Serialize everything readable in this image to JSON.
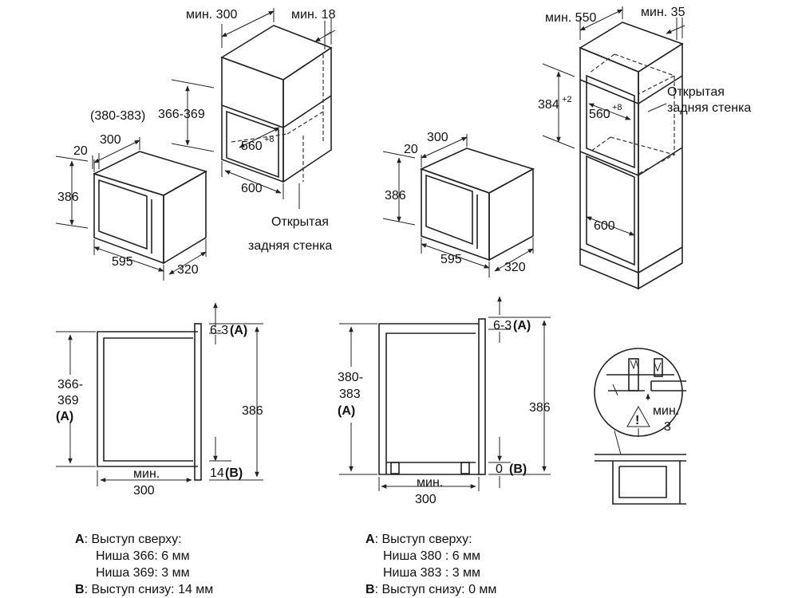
{
  "top_left": {
    "min300": "мин. 300",
    "min18": "мин. 18",
    "open_back_line1": "Открытая",
    "open_back_line2": "задняя стенка",
    "d366_369": "366-369",
    "d380_383": "(380-383)",
    "d300": "300",
    "d20": "20",
    "d386": "386",
    "d560": "560",
    "d560_sup": "+8",
    "d600": "600",
    "d595": "595",
    "d320": "320"
  },
  "top_right": {
    "min550": "мин. 550",
    "min35": "мин. 35",
    "open_back_line1": "Открытая",
    "open_back_line2": "задняя стенка",
    "d384": "384",
    "d384_sup": "+2",
    "d560": "560",
    "d560_sup": "+8",
    "d300": "300",
    "d20": "20",
    "d386": "386",
    "d600": "600",
    "d595": "595",
    "d320": "320"
  },
  "side_left": {
    "d63a": "6-3",
    "a_label": "(A)",
    "d366": "366-",
    "d369": "369",
    "a2": "(A)",
    "d386": "386",
    "d14": "14",
    "b_label": "(B)",
    "min": "мин.",
    "d300": "300"
  },
  "side_right": {
    "d63a": "6-3",
    "a_label": "(A)",
    "d380": "380-",
    "d383": "383",
    "a2": "(A)",
    "d386": "386",
    "d0": "0",
    "b_label": "(B)",
    "min": "мин.",
    "d300": "300"
  },
  "detail": {
    "min": "мин.",
    "d3": "3"
  },
  "notes_left": {
    "a_key": "A",
    "a_title": ": Выступ сверху:",
    "line1": "Ниша 366: 6 мм",
    "line2": "Ниша 369: 3 мм",
    "b_key": "B",
    "b_text": ": Выступ снизу: 14 мм"
  },
  "notes_right": {
    "a_key": "A",
    "a_title": ": Выступ сверху:",
    "line1": "Ниша 380 : 6 мм",
    "line2": "Ниша 383 : 3 мм",
    "b_key": "B",
    "b_text": ": Выступ снизу: 0 мм"
  }
}
